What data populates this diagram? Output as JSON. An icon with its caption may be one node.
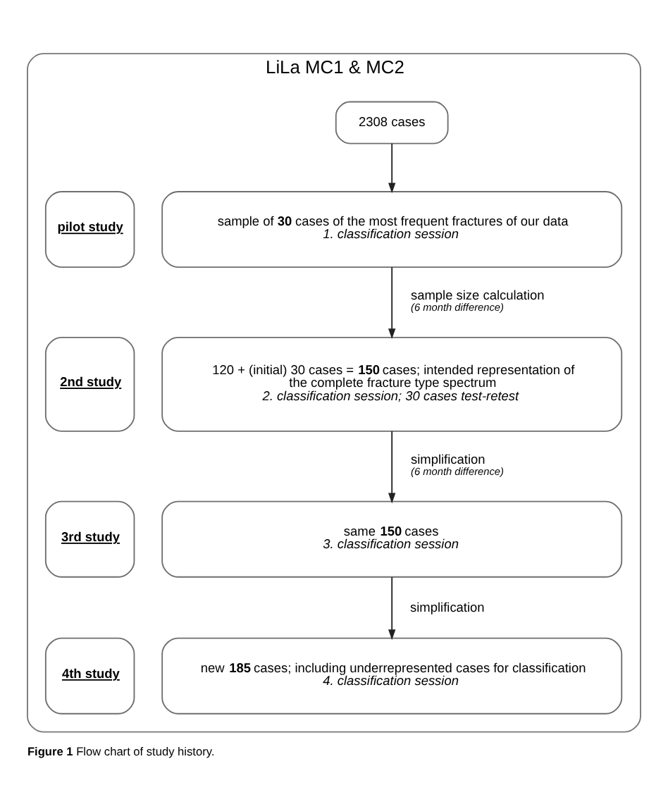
{
  "diagram": {
    "caption": "**Figure 1** Flow chart of study history.",
    "nodes": [
      {
        "text": [
          "LiLa MC1 & MC2"
        ]
      },
      {
        "text": [
          "2308 cases"
        ],
        "in": 0
      },
      {
        "text": [
          "pilot study"
        ],
        "in": 0
      },
      {
        "text": [
          "sample of **30** cases of the most frequent fractures of our data",
          "1. classification session"
        ],
        "in": 0
      },
      {
        "text": [
          "2nd study"
        ],
        "in": 0
      },
      {
        "text": [
          "120 + (initial) 30 cases = **150** cases; intended representation of the complete fracture type spectrum",
          "2. classification session; 30 cases test-retest"
        ],
        "in": 0
      },
      {
        "text": [
          "3rd study"
        ],
        "in": 0
      },
      {
        "text": [
          "same **150** cases",
          "3. classification session"
        ],
        "in": 0
      },
      {
        "text": [
          "4th study"
        ],
        "in": 0
      },
      {
        "text": [
          "new **185** cases; including underrepresented cases for classification",
          "4. classification session"
        ],
        "in": 0
      }
    ],
    "edges": [
      {
        "from": 1,
        "to": 3,
        "arrow": "to"
      },
      {
        "from": 3,
        "to": 5,
        "arrow": "to",
        "label": "sample size calculation *(6 month difference)*"
      },
      {
        "from": 5,
        "to": 7,
        "arrow": "to",
        "label": "simplification *(6 month difference)*"
      },
      {
        "from": 7,
        "to": 9,
        "arrow": "to",
        "label": "simplification"
      }
    ]
  }
}
